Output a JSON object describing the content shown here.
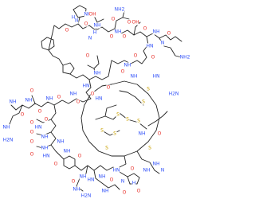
{
  "colors": {
    "bond": "#222222",
    "O": "#e8302a",
    "N": "#3050f8",
    "S": "#c8a000",
    "H": "#222222"
  },
  "atoms": [
    {
      "t": "N",
      "el": "N"
    },
    {
      "t": "H",
      "el": "N"
    },
    {
      "t": "NH",
      "el": "N"
    },
    {
      "t": "O",
      "el": "O"
    },
    {
      "t": "H",
      "el": "N"
    },
    {
      "t": "N",
      "el": "N"
    },
    {
      "t": "NH",
      "el": "N"
    },
    {
      "t": "O",
      "el": "O"
    },
    {
      "t": "OH",
      "el": "O"
    },
    {
      "t": "O",
      "el": "O"
    },
    {
      "t": "NH",
      "el": "N"
    },
    {
      "t": "O",
      "el": "O"
    },
    {
      "t": "NH2",
      "el": "N"
    },
    {
      "t": "O",
      "el": "O"
    },
    {
      "t": "O",
      "el": "O"
    },
    {
      "t": "OH",
      "el": "O"
    },
    {
      "t": "O",
      "el": "O"
    },
    {
      "t": "NH",
      "el": "N"
    },
    {
      "t": "N",
      "el": "N"
    },
    {
      "t": "O",
      "el": "O"
    },
    {
      "t": "HN",
      "el": "N"
    },
    {
      "t": "NH2",
      "el": "N"
    },
    {
      "t": "O",
      "el": "O"
    },
    {
      "t": "O",
      "el": "O"
    },
    {
      "t": "NH",
      "el": "N"
    },
    {
      "t": "S",
      "el": "S"
    },
    {
      "t": "S",
      "el": "S"
    },
    {
      "t": "O",
      "el": "O"
    },
    {
      "t": "NH",
      "el": "N"
    },
    {
      "t": "O",
      "el": "O"
    },
    {
      "t": "HN",
      "el": "N"
    },
    {
      "t": "S",
      "el": "S"
    },
    {
      "t": "HN",
      "el": "N"
    },
    {
      "t": "NH",
      "el": "N"
    },
    {
      "t": "S",
      "el": "S"
    },
    {
      "t": "H2N",
      "el": "N"
    },
    {
      "t": "O",
      "el": "O"
    },
    {
      "t": "HN",
      "el": "N"
    },
    {
      "t": "O",
      "el": "O"
    },
    {
      "t": "NH",
      "el": "N"
    },
    {
      "t": "O",
      "el": "O"
    },
    {
      "t": "S",
      "el": "S"
    },
    {
      "t": "O",
      "el": "O"
    },
    {
      "t": "NH",
      "el": "N"
    },
    {
      "t": "S",
      "el": "S"
    },
    {
      "t": "O",
      "el": "O"
    },
    {
      "t": "NH",
      "el": "N"
    },
    {
      "t": "O",
      "el": "O"
    },
    {
      "t": "NH",
      "el": "N"
    },
    {
      "t": "S",
      "el": "S"
    },
    {
      "t": "O",
      "el": "O"
    },
    {
      "t": "NH",
      "el": "N"
    },
    {
      "t": "O",
      "el": "O"
    },
    {
      "t": "S",
      "el": "S"
    },
    {
      "t": "NH",
      "el": "N"
    },
    {
      "t": "O",
      "el": "O"
    },
    {
      "t": "S",
      "el": "S"
    },
    {
      "t": "HN",
      "el": "N"
    },
    {
      "t": "O",
      "el": "O"
    },
    {
      "t": "NH",
      "el": "N"
    },
    {
      "t": "O",
      "el": "O"
    },
    {
      "t": "NH",
      "el": "N"
    },
    {
      "t": "O",
      "el": "O"
    },
    {
      "t": "H2N",
      "el": "N"
    },
    {
      "t": "NH",
      "el": "N"
    },
    {
      "t": "O",
      "el": "O"
    },
    {
      "t": "HN",
      "el": "N"
    },
    {
      "t": "O",
      "el": "O"
    },
    {
      "t": "NH",
      "el": "N"
    },
    {
      "t": "O",
      "el": "O"
    },
    {
      "t": "NH",
      "el": "N"
    },
    {
      "t": "O",
      "el": "O"
    },
    {
      "t": "HN",
      "el": "N"
    },
    {
      "t": "NH",
      "el": "N"
    },
    {
      "t": "O",
      "el": "O"
    },
    {
      "t": "NH",
      "el": "N"
    },
    {
      "t": "H2N",
      "el": "N"
    },
    {
      "t": "NH",
      "el": "N"
    },
    {
      "t": "O",
      "el": "O"
    },
    {
      "t": "N",
      "el": "N"
    },
    {
      "t": "O",
      "el": "O"
    },
    {
      "t": "HN",
      "el": "N"
    },
    {
      "t": "NH",
      "el": "N"
    },
    {
      "t": "NH",
      "el": "N"
    },
    {
      "t": "O",
      "el": "O"
    },
    {
      "t": "H",
      "el": "N"
    },
    {
      "t": "N",
      "el": "N"
    }
  ]
}
